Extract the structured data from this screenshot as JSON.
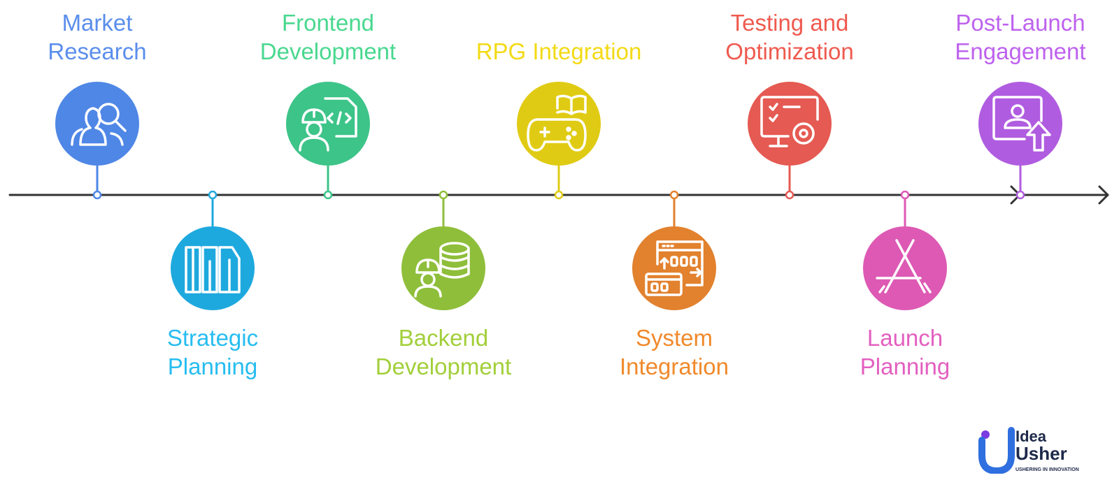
{
  "steps": [
    {
      "lines": [
        "Market",
        "Research"
      ],
      "color": "#4F87E6",
      "icon": "people-search-icon",
      "position": "above"
    },
    {
      "lines": [
        "Strategic",
        "Planning"
      ],
      "color": "#1EA9DE",
      "icon": "columns-plan-icon",
      "position": "below"
    },
    {
      "lines": [
        "Frontend",
        "Development"
      ],
      "color": "#3DC489",
      "icon": "developer-code-icon",
      "position": "above"
    },
    {
      "lines": [
        "Backend",
        "Development"
      ],
      "color": "#8FBE3B",
      "icon": "developer-database-icon",
      "position": "below"
    },
    {
      "lines": [
        "RPG Integration"
      ],
      "color": "#E0CB14",
      "icon": "gamepad-book-icon",
      "position": "above"
    },
    {
      "lines": [
        "System",
        "Integration"
      ],
      "color": "#E2812E",
      "icon": "data-transfer-icon",
      "position": "below"
    },
    {
      "lines": [
        "Testing and",
        "Optimization"
      ],
      "color": "#E55A52",
      "icon": "monitor-checklist-gear-icon",
      "position": "above"
    },
    {
      "lines": [
        "Launch",
        "Planning"
      ],
      "color": "#DD59B4",
      "icon": "app-store-icon",
      "position": "below"
    },
    {
      "lines": [
        "Post-Launch",
        "Engagement"
      ],
      "color": "#B05CE0",
      "icon": "profile-upload-icon",
      "position": "above"
    }
  ],
  "text_colors": [
    "#5A8EEC",
    "#27BDF0",
    "#49D88F",
    "#A2CF3A",
    "#F3DA15",
    "#F0892B",
    "#EF5A4F",
    "#E35FC0",
    "#BE62EE"
  ],
  "axis_color": "#333333",
  "logo": {
    "top": "Idea",
    "bottom": "Usher",
    "tagline": "USHERING IN INNOVATION"
  }
}
